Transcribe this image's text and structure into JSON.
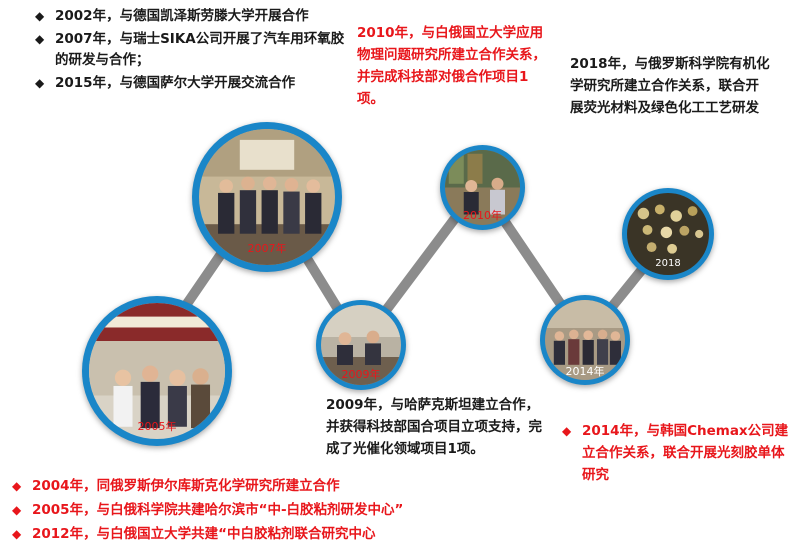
{
  "top_left_items": [
    "2002年，与德国凯泽斯劳滕大学开展合作",
    "2007年，与瑞士SIKA公司开展了汽车用环氧胶的研发与合作；",
    "2015年，与德国萨尔大学开展交流合作"
  ],
  "top_center_text": "2010年，与白俄国立大学应用物理问题研究所建立合作关系，并完成科技部对俄合作项目1项。",
  "top_right_text": "2018年，与俄罗斯科学院有机化学研究所建立合作关系，联合开展荧光材料及绿色化工工艺研发",
  "mid_center_text": "2009年，与哈萨克斯坦建立合作，并获得科技部国合项目立项支持，完成了光催化领域项目1项。",
  "right_item": "2014年，与韩国Chemax公司建立合作关系，联合开展光刻胶单体研究",
  "bottom_items": [
    "2004年，同俄罗斯伊尔库斯克化学研究所建立合作",
    "2005年，与白俄科学院共建哈尔滨市“中-白胶粘剂研发中心”",
    "2012年，与白俄国立大学共建“中白胶粘剂联合研究中心"
  ],
  "nodes": [
    {
      "year": "2005年",
      "year_color": "#e8161b"
    },
    {
      "year": "2007年",
      "year_color": "#e8161b"
    },
    {
      "year": "2009年",
      "year_color": "#e8161b"
    },
    {
      "year": "2010年",
      "year_color": "#e8161b"
    },
    {
      "year": "2014年",
      "year_color": "#ffffff"
    },
    {
      "year": "2018",
      "year_color": "#ffffff"
    }
  ],
  "colors": {
    "accent_blue": "#1a86c8",
    "red": "#e8161b",
    "connector_gray": "#8c8c8c"
  }
}
